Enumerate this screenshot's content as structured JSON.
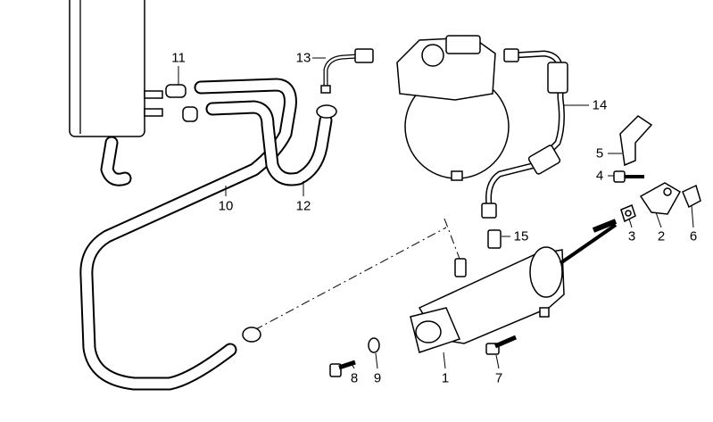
{
  "diagram": {
    "callouts": [
      {
        "id": "11",
        "text": "11"
      },
      {
        "id": "13",
        "text": "13"
      },
      {
        "id": "14",
        "text": "14"
      },
      {
        "id": "5",
        "text": "5"
      },
      {
        "id": "4",
        "text": "4"
      },
      {
        "id": "3",
        "text": "3"
      },
      {
        "id": "2",
        "text": "2"
      },
      {
        "id": "6",
        "text": "6"
      },
      {
        "id": "10",
        "text": "10"
      },
      {
        "id": "12",
        "text": "12"
      },
      {
        "id": "15",
        "text": "15"
      },
      {
        "id": "1",
        "text": "1"
      },
      {
        "id": "7",
        "text": "7"
      },
      {
        "id": "8",
        "text": "8"
      },
      {
        "id": "9",
        "text": "9"
      }
    ]
  }
}
